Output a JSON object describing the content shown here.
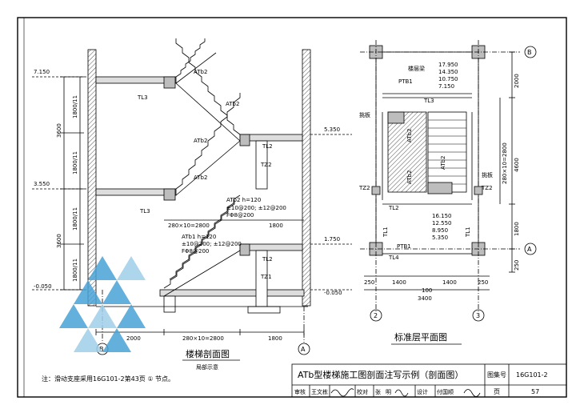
{
  "section": {
    "elevations_left": [
      "7.150",
      "3.550",
      "-0.050"
    ],
    "elevations_right": [
      "5.350",
      "1.750",
      "-0.050"
    ],
    "dims_vertical": [
      "3600",
      "3600",
      "1800/11",
      "1800/11",
      "1800/11",
      "1800/11"
    ],
    "flight_labels": [
      "ATb2",
      "ATb2",
      "ATb2",
      "ATb2"
    ],
    "beam_labels": [
      "TL3",
      "TL3",
      "TL2",
      "TL2",
      "TZ2",
      "TZ1"
    ],
    "spec_atb2": [
      "ATb2 h=120",
      "±10@200; ±12@200",
      "FΦ8@200"
    ],
    "spec_atb1": [
      "ATb1 h=120",
      "±10@200; ±12@200",
      "FΦ8@200"
    ],
    "label_atb1": "ATb1",
    "dim_mid": "280×10=2800",
    "dim_mid_right": "1800",
    "dim_bottom": [
      "2000",
      "280×10=2800",
      "1800"
    ],
    "axis_left": "B",
    "axis_right": "A",
    "title": "楼梯剖面图",
    "subtitle": "局部示意",
    "note": "注：滑动支座采用16G101-2第43页 ① 节点。"
  },
  "plan": {
    "axis_top": "B",
    "axis_bottom": "A",
    "axis_left": "2",
    "axis_right": "3",
    "elev_top": [
      "17.950",
      "14.350",
      "10.750",
      "7.150"
    ],
    "elev_mid": [
      "16.150",
      "12.550",
      "8.950",
      "5.350"
    ],
    "beam_label": "楼层梁",
    "pick_label_left": "挑板",
    "pick_label_right": "挑板",
    "labels": [
      "PTB1",
      "TL3",
      "ATb2",
      "ATb2",
      "ATb2",
      "TZ2",
      "TZ2",
      "TL2",
      "TL1",
      "TL1",
      "PTB1",
      "TL4"
    ],
    "dims_right": [
      "2000",
      "280×10=2800",
      "4600",
      "1800",
      "250"
    ],
    "dims_bottom": [
      "250",
      "1400",
      "100",
      "1400",
      "250",
      "3400"
    ],
    "title": "标准层平面图"
  },
  "titleblock": {
    "title": "ATb型楼梯施工图剖面注写示例（剖面图）",
    "atlas_label": "图集号",
    "atlas_no": "16G101-2",
    "row2": [
      "审核",
      "王文栋",
      "校对",
      "张",
      "明",
      "设计",
      "付国顺"
    ],
    "page_label": "页",
    "page_no": "57"
  },
  "colors": {
    "line": "#000000",
    "hatch": "#888888",
    "concrete_fill": "#bdbdbd",
    "watermark": "#4aa3d8"
  }
}
